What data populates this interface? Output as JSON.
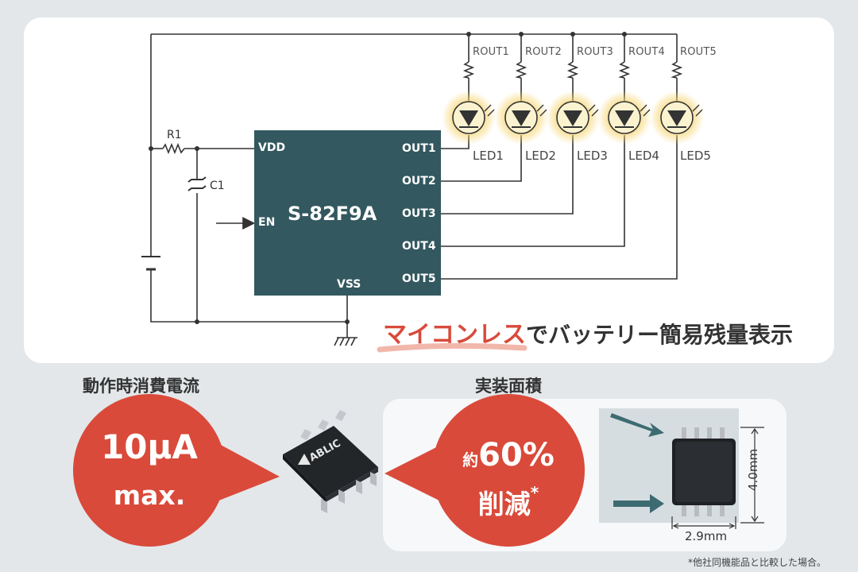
{
  "circuit": {
    "resistor_r1": "R1",
    "capacitor_c1": "C1",
    "chip_name": "S-82F9A",
    "pins": {
      "vdd": "VDD",
      "en": "EN",
      "vss": "VSS",
      "outputs": [
        "OUT1",
        "OUT2",
        "OUT3",
        "OUT4",
        "OUT5"
      ]
    },
    "rout_labels": [
      "ROUT1",
      "ROUT2",
      "ROUT3",
      "ROUT4",
      "ROUT5"
    ],
    "led_labels": [
      "LED1",
      "LED2",
      "LED3",
      "LED4",
      "LED5"
    ]
  },
  "tagline": {
    "highlight": "マイコンレス",
    "rest": "でバッテリー簡易残量表示"
  },
  "current": {
    "heading": "動作時消費電流",
    "value": "10μA",
    "qualifier": "max."
  },
  "area": {
    "heading": "実装面積",
    "prefix": "約",
    "value": "60%",
    "reduction": "削減",
    "asterisk": "*",
    "height_dim": "4.0mm",
    "width_dim": "2.9mm"
  },
  "chip_brand": "ABLIC",
  "footnote": "*他社同機能品と比較した場合。",
  "colors": {
    "chip_body": "#33585f",
    "accent_red": "#d94a3a",
    "led_glow": "#f6d36b",
    "arrow_teal": "#3d6b72"
  }
}
